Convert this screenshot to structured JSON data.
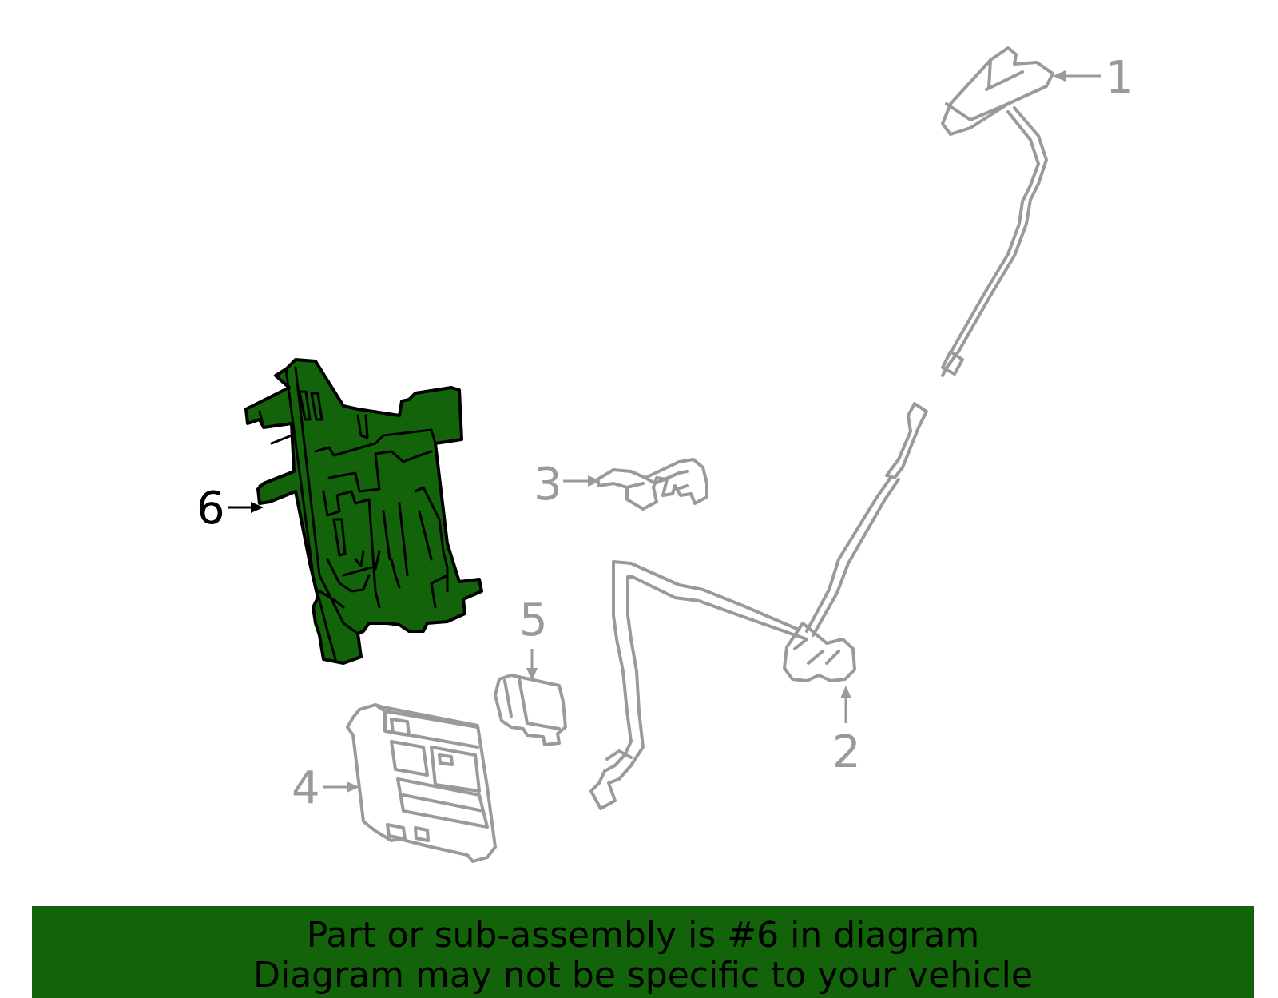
{
  "colors": {
    "highlight_fill": "#126309",
    "highlight_stroke": "#000000",
    "part_stroke": "#9a9a9a",
    "callout_grey": "#9a9a9a",
    "callout_highlight": "#000000",
    "banner_bg": "#126309",
    "banner_text": "#000000"
  },
  "callouts": [
    {
      "id": "1",
      "label": "1",
      "highlighted": false
    },
    {
      "id": "2",
      "label": "2",
      "highlighted": false
    },
    {
      "id": "3",
      "label": "3",
      "highlighted": false
    },
    {
      "id": "4",
      "label": "4",
      "highlighted": false
    },
    {
      "id": "5",
      "label": "5",
      "highlighted": false
    },
    {
      "id": "6",
      "label": "6",
      "highlighted": true
    }
  ],
  "banner": {
    "line1": "Part or sub-assembly is #6 in diagram",
    "line2": "Diagram may not be specific to your vehicle"
  }
}
